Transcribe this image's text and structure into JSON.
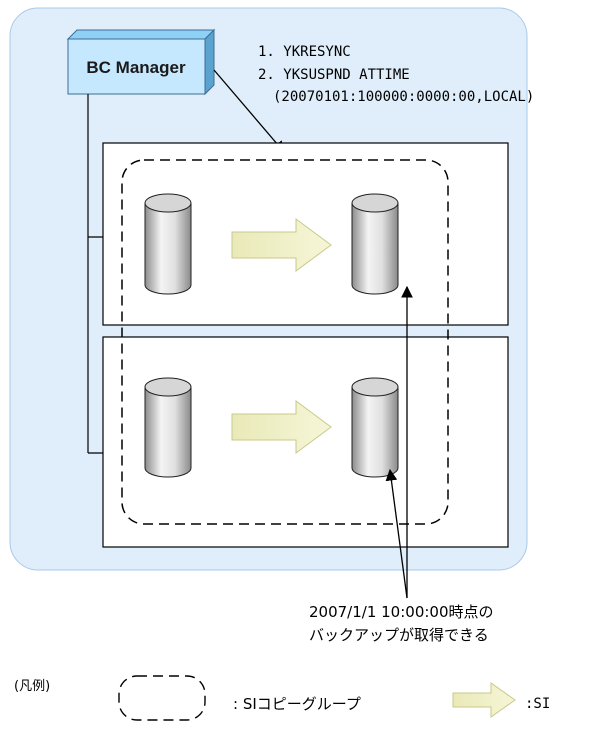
{
  "manager": {
    "label": "BC Manager"
  },
  "commands": {
    "line1": "1. YKRESYNC",
    "line2": "2. YKSUSPND ATTIME",
    "line3": "(20070101:100000:0000:00,LOCAL)"
  },
  "annotation": {
    "line1": "2007/1/1 10:00:00時点の",
    "line2": "バックアップが取得できる"
  },
  "legend": {
    "prefix": "(凡例)",
    "group_label": ": SIコピーグループ",
    "arrow_label": ":SI"
  },
  "colors": {
    "outer_panel": "#dfeefa",
    "outer_border": "#a9c9ea",
    "manager_fill": "#c6e8ff",
    "manager_border": "#3d6d96",
    "si_arrow": "#f2f2c8"
  }
}
